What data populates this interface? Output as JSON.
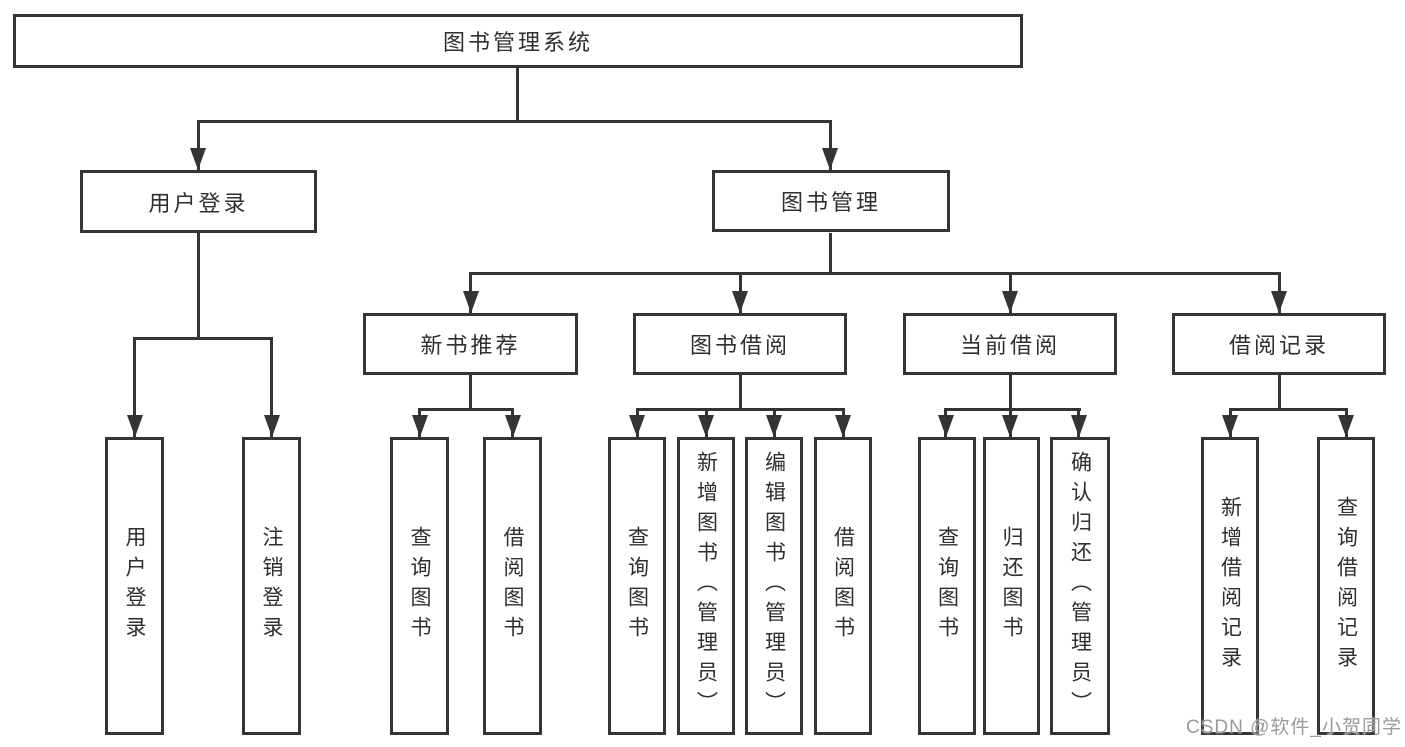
{
  "diagram": {
    "title_node": {
      "label": "图书管理系统"
    },
    "level2": [
      {
        "id": "user-login",
        "label": "用户登录"
      },
      {
        "id": "book-management",
        "label": "图书管理"
      }
    ],
    "level3": [
      {
        "id": "new-book-recommend",
        "label": "新书推荐"
      },
      {
        "id": "book-borrowing",
        "label": "图书借阅"
      },
      {
        "id": "current-borrowing",
        "label": "当前借阅"
      },
      {
        "id": "borrowing-records",
        "label": "借阅记录"
      }
    ],
    "leaves": [
      {
        "id": "user-login-leaf",
        "label": "用户登录",
        "parent": "用户登录"
      },
      {
        "id": "logout-leaf",
        "label": "注销登录",
        "parent": "用户登录"
      },
      {
        "id": "query-books-recommend",
        "label": "查询图书",
        "parent": "新书推荐"
      },
      {
        "id": "borrow-books-recommend",
        "label": "借阅图书",
        "parent": "新书推荐"
      },
      {
        "id": "query-books-borrowing",
        "label": "查询图书",
        "parent": "图书借阅"
      },
      {
        "id": "add-books-admin",
        "label": "新增图书（管理员）",
        "parent": "图书借阅"
      },
      {
        "id": "edit-books-admin",
        "label": "编辑图书（管理员）",
        "parent": "图书借阅"
      },
      {
        "id": "borrow-books-borrowing",
        "label": "借阅图书",
        "parent": "图书借阅"
      },
      {
        "id": "query-books-current",
        "label": "查询图书",
        "parent": "当前借阅"
      },
      {
        "id": "return-books",
        "label": "归还图书",
        "parent": "当前借阅"
      },
      {
        "id": "confirm-return-admin",
        "label": "确认归还（管理员）",
        "parent": "当前借阅"
      },
      {
        "id": "add-borrow-record",
        "label": "新增借阅记录",
        "parent": "借阅记录"
      },
      {
        "id": "query-borrow-record",
        "label": "查询借阅记录",
        "parent": "借阅记录"
      }
    ]
  },
  "watermark": {
    "text": "CSDN @软件_小贺同学"
  },
  "colors": {
    "line": "#343434",
    "text": "#2f2f2f",
    "background": "#ffffff",
    "watermark": "#9a9a9a"
  }
}
